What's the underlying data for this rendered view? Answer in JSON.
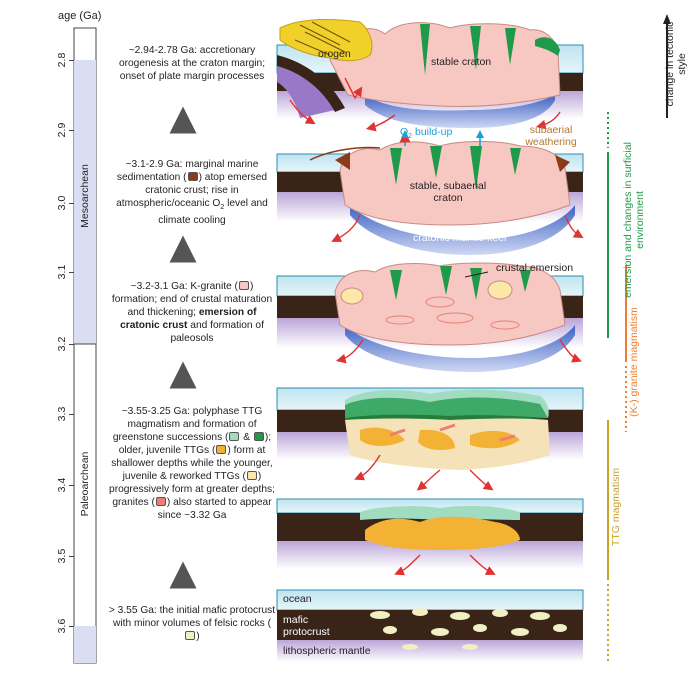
{
  "axis": {
    "title": "age (Ga)",
    "ticks": [
      "2.8",
      "2.9",
      "3.0",
      "3.1",
      "3.2",
      "3.3",
      "3.4",
      "3.5",
      "3.6"
    ],
    "eras": [
      "Mesoarchean",
      "Paleoarchean"
    ]
  },
  "stages": [
    {
      "parts": [
        {
          "t": "~2.94-2.78 Ga: accretionary orogenesis at the craton margin; onset of plate margin processes"
        }
      ]
    },
    {
      "parts": [
        {
          "t": "~3.1-2.9 Ga: marginal marine sedimentation ("
        },
        {
          "sw": "#8b3a1a"
        },
        {
          "t": ") atop emersed cratonic crust; rise in atmospheric/oceanic O"
        },
        {
          "sub": "2"
        },
        {
          "t": " level and climate cooling"
        }
      ]
    },
    {
      "parts": [
        {
          "t": "~3.2-3.1 Ga: K-granite ("
        },
        {
          "sw": "#f7c7c2"
        },
        {
          "t": ") formation; end of crustal maturation and thickening; "
        },
        {
          "b": "emersion of cratonic crust"
        },
        {
          "t": " and formation of paleosols"
        }
      ]
    },
    {
      "parts": [
        {
          "t": "~3.55-3.25 Ga: polyphase TTG magmatism and formation of greenstone successions ("
        },
        {
          "sw": "#9fdcc0"
        },
        {
          "t": " & "
        },
        {
          "sw": "#1f9a4a"
        },
        {
          "t": "); older, juvenile TTGs ("
        },
        {
          "sw": "#f3b233"
        },
        {
          "t": ") form at shallower depths while the younger, juvenile & reworked TTGs ("
        },
        {
          "sw": "#fbe7a8"
        },
        {
          "t": ") progressively form at greater depths; granites ("
        },
        {
          "sw": "#ee7f6e"
        },
        {
          "t": ") also started to appear since ~3.32 Ga"
        }
      ]
    },
    {
      "parts": [
        {
          "t": "> 3.55 Ga: the initial mafic protocrust with minor volumes of felsic rocks ("
        },
        {
          "sw": "#f1f0c5"
        },
        {
          "t": ")"
        }
      ]
    }
  ],
  "labels": {
    "orogen": "orogen",
    "stable_craton": "stable craton",
    "o2": "O",
    "o2_sub": "2",
    "o2_rest": " build-up",
    "subaerial_weathering": "subaerial weathering",
    "stable_subaerial": "stable, subaerial craton",
    "keel": "cratonic mantle keel",
    "crustal_emersion": "crustal emersion",
    "ocean": "ocean",
    "mafic_protocrust": "mafic protocrust",
    "lith_mantle": "lithospheric mantle"
  },
  "right_labels": {
    "tectonic": "change in tectonic style",
    "surficial": "emersion and changes in surficial environment",
    "kgranite": "(K-) granite magmatism",
    "ttg": "TTG magmatism"
  },
  "colors": {
    "ocean": "#cdeaf3",
    "protocrust": "#3a2418",
    "mantle": "#d9c7e6",
    "craton": "#f7c7c2",
    "greenstone": "#1f9a4a",
    "greenstone_light": "#9fdcc0",
    "ttg_old": "#f3b233",
    "keel": "#6a86cf",
    "orogen": "#f2d02a",
    "arrow_red": "#e03232",
    "o2_blue": "#1aa0d8",
    "weathering": "#b5762d",
    "green_bar": "#1f9a4a",
    "orange_bar": "#f07d2c",
    "gold_bar": "#c9a227"
  }
}
